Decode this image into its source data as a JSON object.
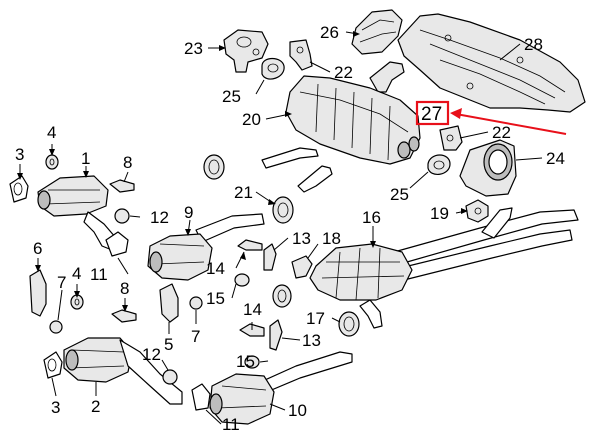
{
  "diagram": {
    "colors": {
      "highlight": "#e8101a",
      "line": "#000000",
      "part_fill": "#e8e8e8"
    },
    "highlighted_callout": "27",
    "callouts": [
      {
        "id": "c1",
        "label": "1"
      },
      {
        "id": "c2",
        "label": "2"
      },
      {
        "id": "c3a",
        "label": "3"
      },
      {
        "id": "c3b",
        "label": "3"
      },
      {
        "id": "c4a",
        "label": "4"
      },
      {
        "id": "c4b",
        "label": "4"
      },
      {
        "id": "c5",
        "label": "5"
      },
      {
        "id": "c6",
        "label": "6"
      },
      {
        "id": "c7a",
        "label": "7"
      },
      {
        "id": "c7b",
        "label": "7"
      },
      {
        "id": "c8a",
        "label": "8"
      },
      {
        "id": "c8b",
        "label": "8"
      },
      {
        "id": "c9",
        "label": "9"
      },
      {
        "id": "c10",
        "label": "10"
      },
      {
        "id": "c11a",
        "label": "11"
      },
      {
        "id": "c11b",
        "label": "11"
      },
      {
        "id": "c12a",
        "label": "12"
      },
      {
        "id": "c12b",
        "label": "12"
      },
      {
        "id": "c13a",
        "label": "13"
      },
      {
        "id": "c13b",
        "label": "13"
      },
      {
        "id": "c14a",
        "label": "14"
      },
      {
        "id": "c14b",
        "label": "14"
      },
      {
        "id": "c15a",
        "label": "15"
      },
      {
        "id": "c15b",
        "label": "15"
      },
      {
        "id": "c16",
        "label": "16"
      },
      {
        "id": "c17",
        "label": "17"
      },
      {
        "id": "c18",
        "label": "18"
      },
      {
        "id": "c19",
        "label": "19"
      },
      {
        "id": "c20",
        "label": "20"
      },
      {
        "id": "c21",
        "label": "21"
      },
      {
        "id": "c22a",
        "label": "22"
      },
      {
        "id": "c22b",
        "label": "22"
      },
      {
        "id": "c23",
        "label": "23"
      },
      {
        "id": "c24",
        "label": "24"
      },
      {
        "id": "c25a",
        "label": "25"
      },
      {
        "id": "c25b",
        "label": "25"
      },
      {
        "id": "c26",
        "label": "26"
      },
      {
        "id": "c27",
        "label": "27"
      },
      {
        "id": "c28",
        "label": "28"
      }
    ]
  }
}
